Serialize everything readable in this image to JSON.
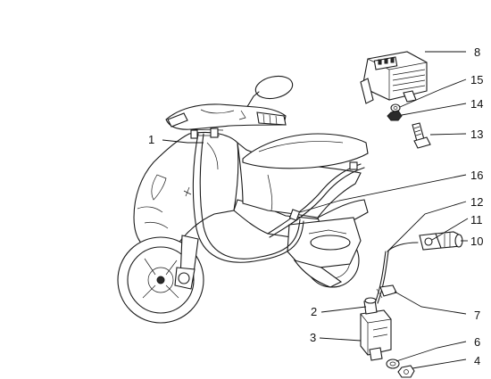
{
  "callouts": {
    "c1": "1",
    "c2": "2",
    "c3": "3",
    "c4": "4",
    "c6": "6",
    "c7": "7",
    "c8": "8",
    "c10": "10",
    "c11": "11",
    "c12": "12",
    "c13": "13",
    "c14": "14",
    "c15": "15",
    "c16": "16"
  }
}
